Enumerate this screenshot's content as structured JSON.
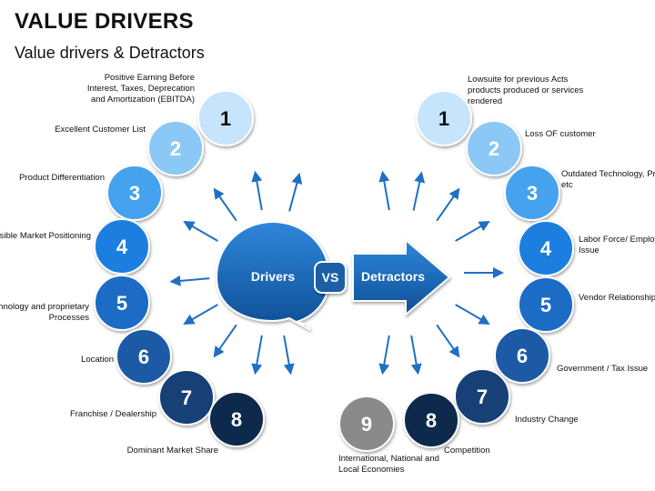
{
  "header": {
    "title": "VALUE DRIVERS",
    "subtitle": "Value drivers & Detractors"
  },
  "center": {
    "drivers_label": "Drivers",
    "vs_label": "VS",
    "detractors_label": "Detractors"
  },
  "drivers": [
    {
      "number": "1",
      "label": "Positive Earning Before Interest, Taxes, Deprecation and Amortization (EBITDA)",
      "color": "#c6e4fb"
    },
    {
      "number": "2",
      "label": "Excellent Customer List",
      "color": "#8cc8f5"
    },
    {
      "number": "3",
      "label": "Product Differentiation",
      "color": "#45a2ee"
    },
    {
      "number": "4",
      "label": "Defensible Market Positioning",
      "color": "#1e7fe0"
    },
    {
      "number": "5",
      "label": "Technology and proprietary Processes",
      "color": "#1b6cc6"
    },
    {
      "number": "6",
      "label": "Location",
      "color": "#1a5aa6"
    },
    {
      "number": "7",
      "label": "Franchise / Dealership",
      "color": "#173f76"
    },
    {
      "number": "8",
      "label": "Dominant Market Share",
      "color": "#0e2a4e"
    }
  ],
  "detractors": [
    {
      "number": "1",
      "label": "Lowsuite for previous Acts products produced or services rendered",
      "color": "#c6e4fb"
    },
    {
      "number": "2",
      "label": "Loss OF customer",
      "color": "#8cc8f5"
    },
    {
      "number": "3",
      "label": "Outdated Technology, Product, etc",
      "color": "#45a2ee"
    },
    {
      "number": "4",
      "label": "Labor Force/ Employment Issue",
      "color": "#1e7fe0"
    },
    {
      "number": "5",
      "label": "Vendor Relationships",
      "color": "#1b6cc6"
    },
    {
      "number": "6",
      "label": "Government / Tax Issue",
      "color": "#1a5aa6"
    },
    {
      "number": "7",
      "label": "Industry Change",
      "color": "#173f76"
    },
    {
      "number": "8",
      "label": "Competition",
      "color": "#0e2a4e"
    },
    {
      "number": "9",
      "label": "International, National and Local Economies",
      "color": "#8a8a8a"
    }
  ],
  "colors": {
    "accent_dark": "#0b4f8f",
    "accent": "#1f6fc4",
    "vs_badge": "#1b5ea6"
  }
}
